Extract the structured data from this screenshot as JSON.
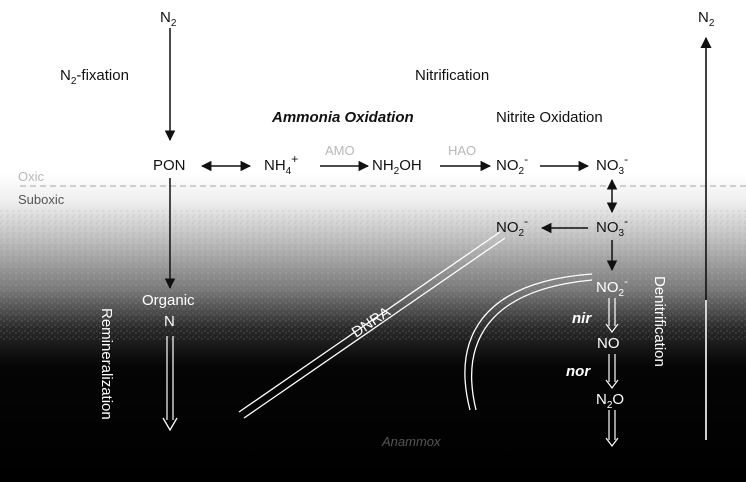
{
  "labels": {
    "n2_top": "N",
    "n2_top_sub": "2",
    "n2_right": "N",
    "n2_right_sub": "2",
    "n2_fixation": "N",
    "n2_fixation_sub": "2",
    "n2_fixation_rest": "-fixation",
    "nitrification": "Nitrification",
    "ammonia_oxidation": "Ammonia Oxidation",
    "nitrite_oxidation": "Nitrite Oxidation",
    "pon": "PON",
    "nh4": "NH",
    "nh4_sub": "4",
    "nh4_sup": "+",
    "nh2oh": "NH",
    "nh2oh_sub": "2",
    "nh2oh_rest": "OH",
    "no2_oxic": "NO",
    "no2_oxic_sub": "2",
    "no2_oxic_sup": "-",
    "no3_oxic": "NO",
    "no3_oxic_sub": "3",
    "no3_oxic_sup": "-",
    "no2_suboxic": "NO",
    "no2_suboxic_sub": "2",
    "no2_suboxic_sup": "-",
    "no3_suboxic": "NO",
    "no3_suboxic_sub": "3",
    "no3_suboxic_sup": "-",
    "oxic": "Oxic",
    "suboxic": "Suboxic",
    "organic": "Organic",
    "organic_n": "N",
    "remineralization": "Remineralization",
    "dnra": "DNRA",
    "no2_denit": "NO",
    "no2_denit_sub": "2",
    "no2_denit_sup": "-",
    "nir": "nir",
    "no": "NO",
    "nor": "nor",
    "n2o": "N",
    "n2o_sub": "2",
    "n2o_rest": "O",
    "denitrification": "Denitrification",
    "amo": "AMO",
    "hao": "HAO",
    "anammox": "Anammox"
  },
  "colors": {
    "dark_zone": "#000000",
    "arrow": "#111111",
    "arrow_white": "#ffffff"
  }
}
